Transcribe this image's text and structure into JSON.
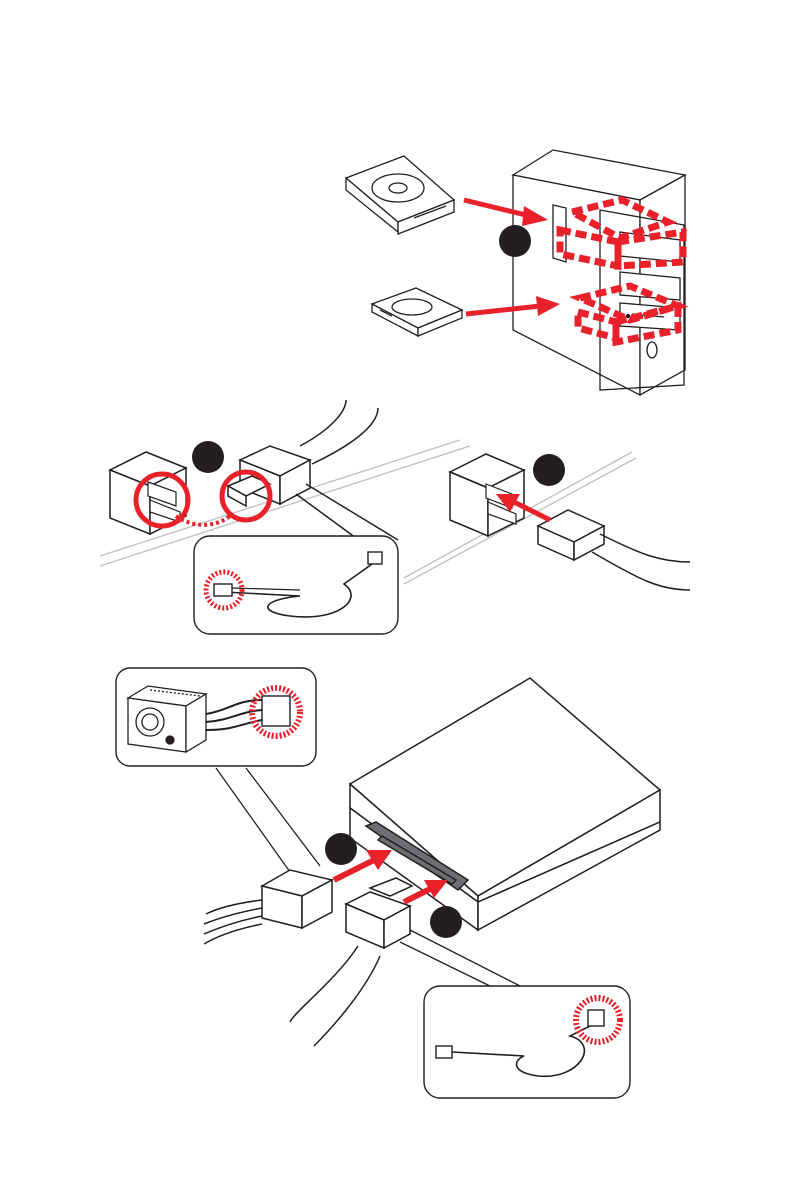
{
  "colors": {
    "accent": "#e8212a",
    "outline": "#231f20",
    "badge": "#231f20",
    "line_gray": "#bfbfbf",
    "background": "#ffffff"
  },
  "icons": [
    "optical-drive-icon",
    "hard-drive-icon",
    "pc-case-icon",
    "sata-port-icon",
    "sata-cable-icon",
    "power-supply-icon",
    "sata-power-cable-icon",
    "arrow-icon"
  ],
  "steps": [
    {
      "id": "step-1",
      "label": ""
    },
    {
      "id": "step-2",
      "label": ""
    },
    {
      "id": "step-3",
      "label": ""
    },
    {
      "id": "step-4",
      "label": ""
    },
    {
      "id": "step-5",
      "label": ""
    }
  ]
}
